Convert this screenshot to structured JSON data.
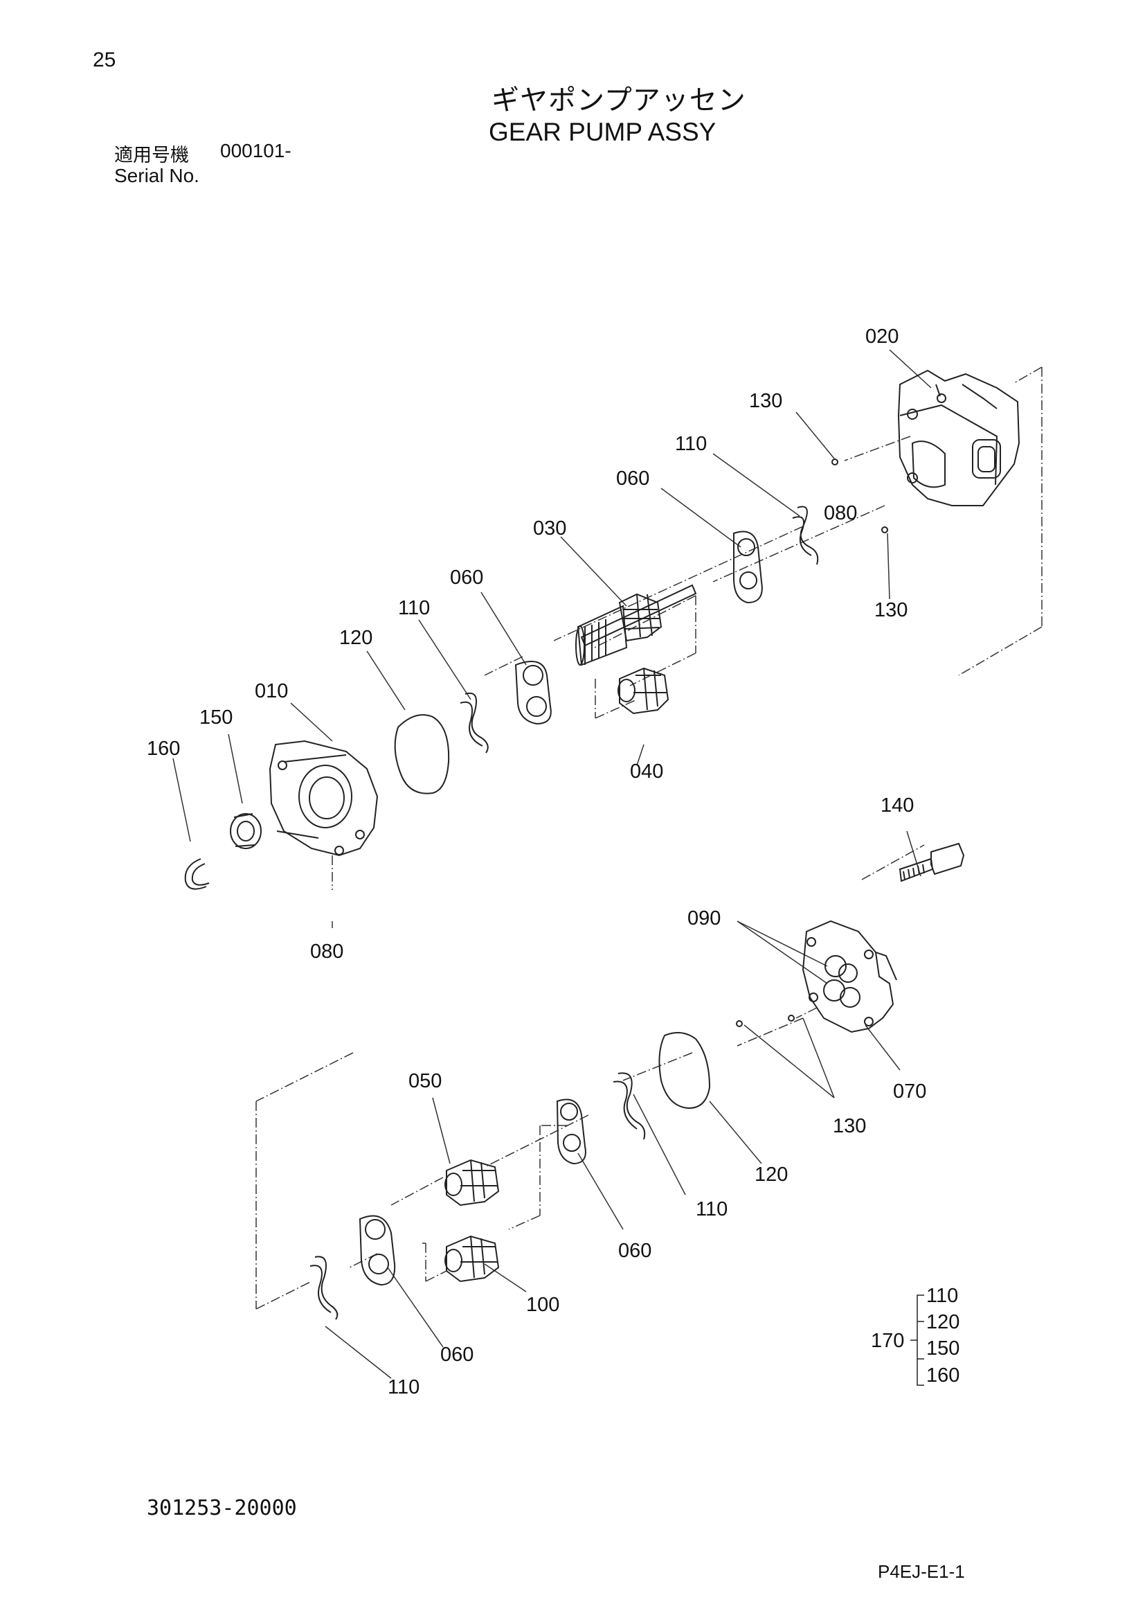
{
  "page_number": "25",
  "title": {
    "ja": "ギヤポンプアッセン",
    "en": "GEAR PUMP ASSY"
  },
  "serial": {
    "label_ja": "適用号機",
    "label_en": "Serial No.",
    "value": "000101-"
  },
  "drawing_number": "301253-20000",
  "page_code": "P4EJ-E1-1",
  "callouts": {
    "c020": "020",
    "c130a": "130",
    "c110a": "110",
    "c060a": "060",
    "c080a": "080",
    "c130b": "130",
    "c030": "030",
    "c060b": "060",
    "c110b": "110",
    "c120a": "120",
    "c010": "010",
    "c150": "150",
    "c160": "160",
    "c040": "040",
    "c080b": "080",
    "c140": "140",
    "c090": "090",
    "c070": "070",
    "c130c": "130",
    "c050": "050",
    "c120b": "120",
    "c110c": "110",
    "c060c": "060",
    "c100": "100",
    "c060d": "060",
    "c110d": "110"
  },
  "kit": {
    "label": "170",
    "items": [
      "110",
      "120",
      "150",
      "160"
    ]
  }
}
